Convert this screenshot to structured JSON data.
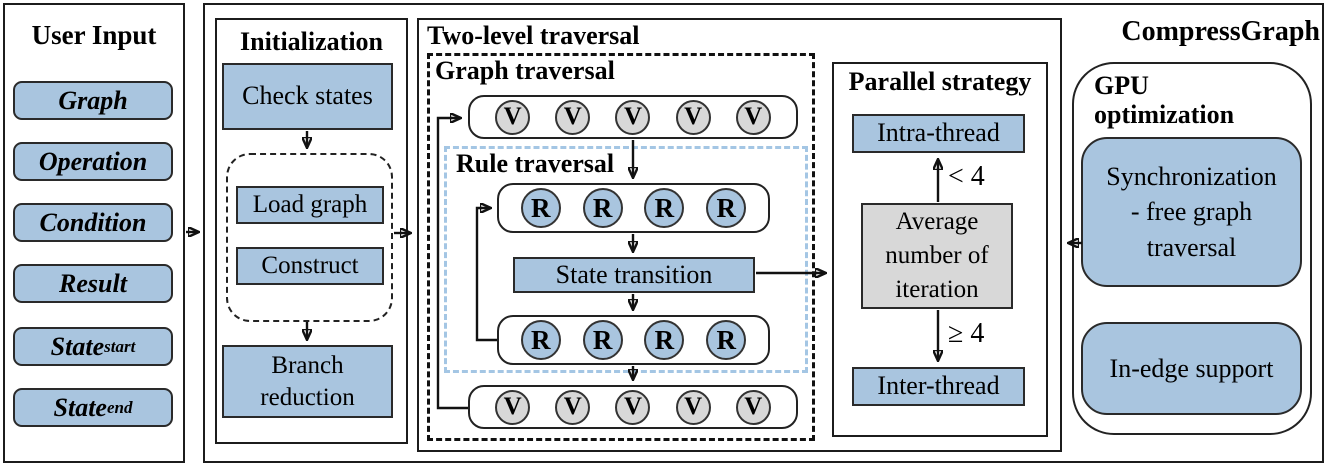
{
  "colors": {
    "blue": "#a9c5df",
    "gray": "#d8d8d8",
    "ruledash": "#a4c6e4"
  },
  "user_input": {
    "title": "User Input",
    "items": [
      {
        "base": "Graph",
        "sub": ""
      },
      {
        "base": "Operation",
        "sub": ""
      },
      {
        "base": "Condition",
        "sub": ""
      },
      {
        "base": "Result",
        "sub": ""
      },
      {
        "base": "State",
        "sub": "start"
      },
      {
        "base": "State",
        "sub": "end"
      }
    ]
  },
  "initialization": {
    "title": "Initialization",
    "check_states": "Check states",
    "load_graph": "Load graph",
    "construct": "Construct",
    "branch_lines": [
      "Branch",
      "reduction"
    ]
  },
  "two_level": {
    "title": "Two-level traversal",
    "graph_traversal_label": "Graph traversal",
    "rule_traversal_label": "Rule traversal",
    "state_transition": "State transition",
    "v_label": "V",
    "r_label": "R"
  },
  "parallel": {
    "title": "Parallel strategy",
    "intra": "Intra-thread",
    "inter": "Inter-thread",
    "average_lines": [
      "Average",
      "number of",
      "iteration"
    ],
    "condition_lt": "< 4",
    "condition_ge": "≥ 4"
  },
  "compressgraph": {
    "title": "CompressGraph",
    "gpu_lines": [
      "GPU",
      "optimization"
    ],
    "sync_lines": [
      "Synchronization",
      "- free graph",
      "traversal"
    ],
    "inedge": "In-edge support"
  }
}
